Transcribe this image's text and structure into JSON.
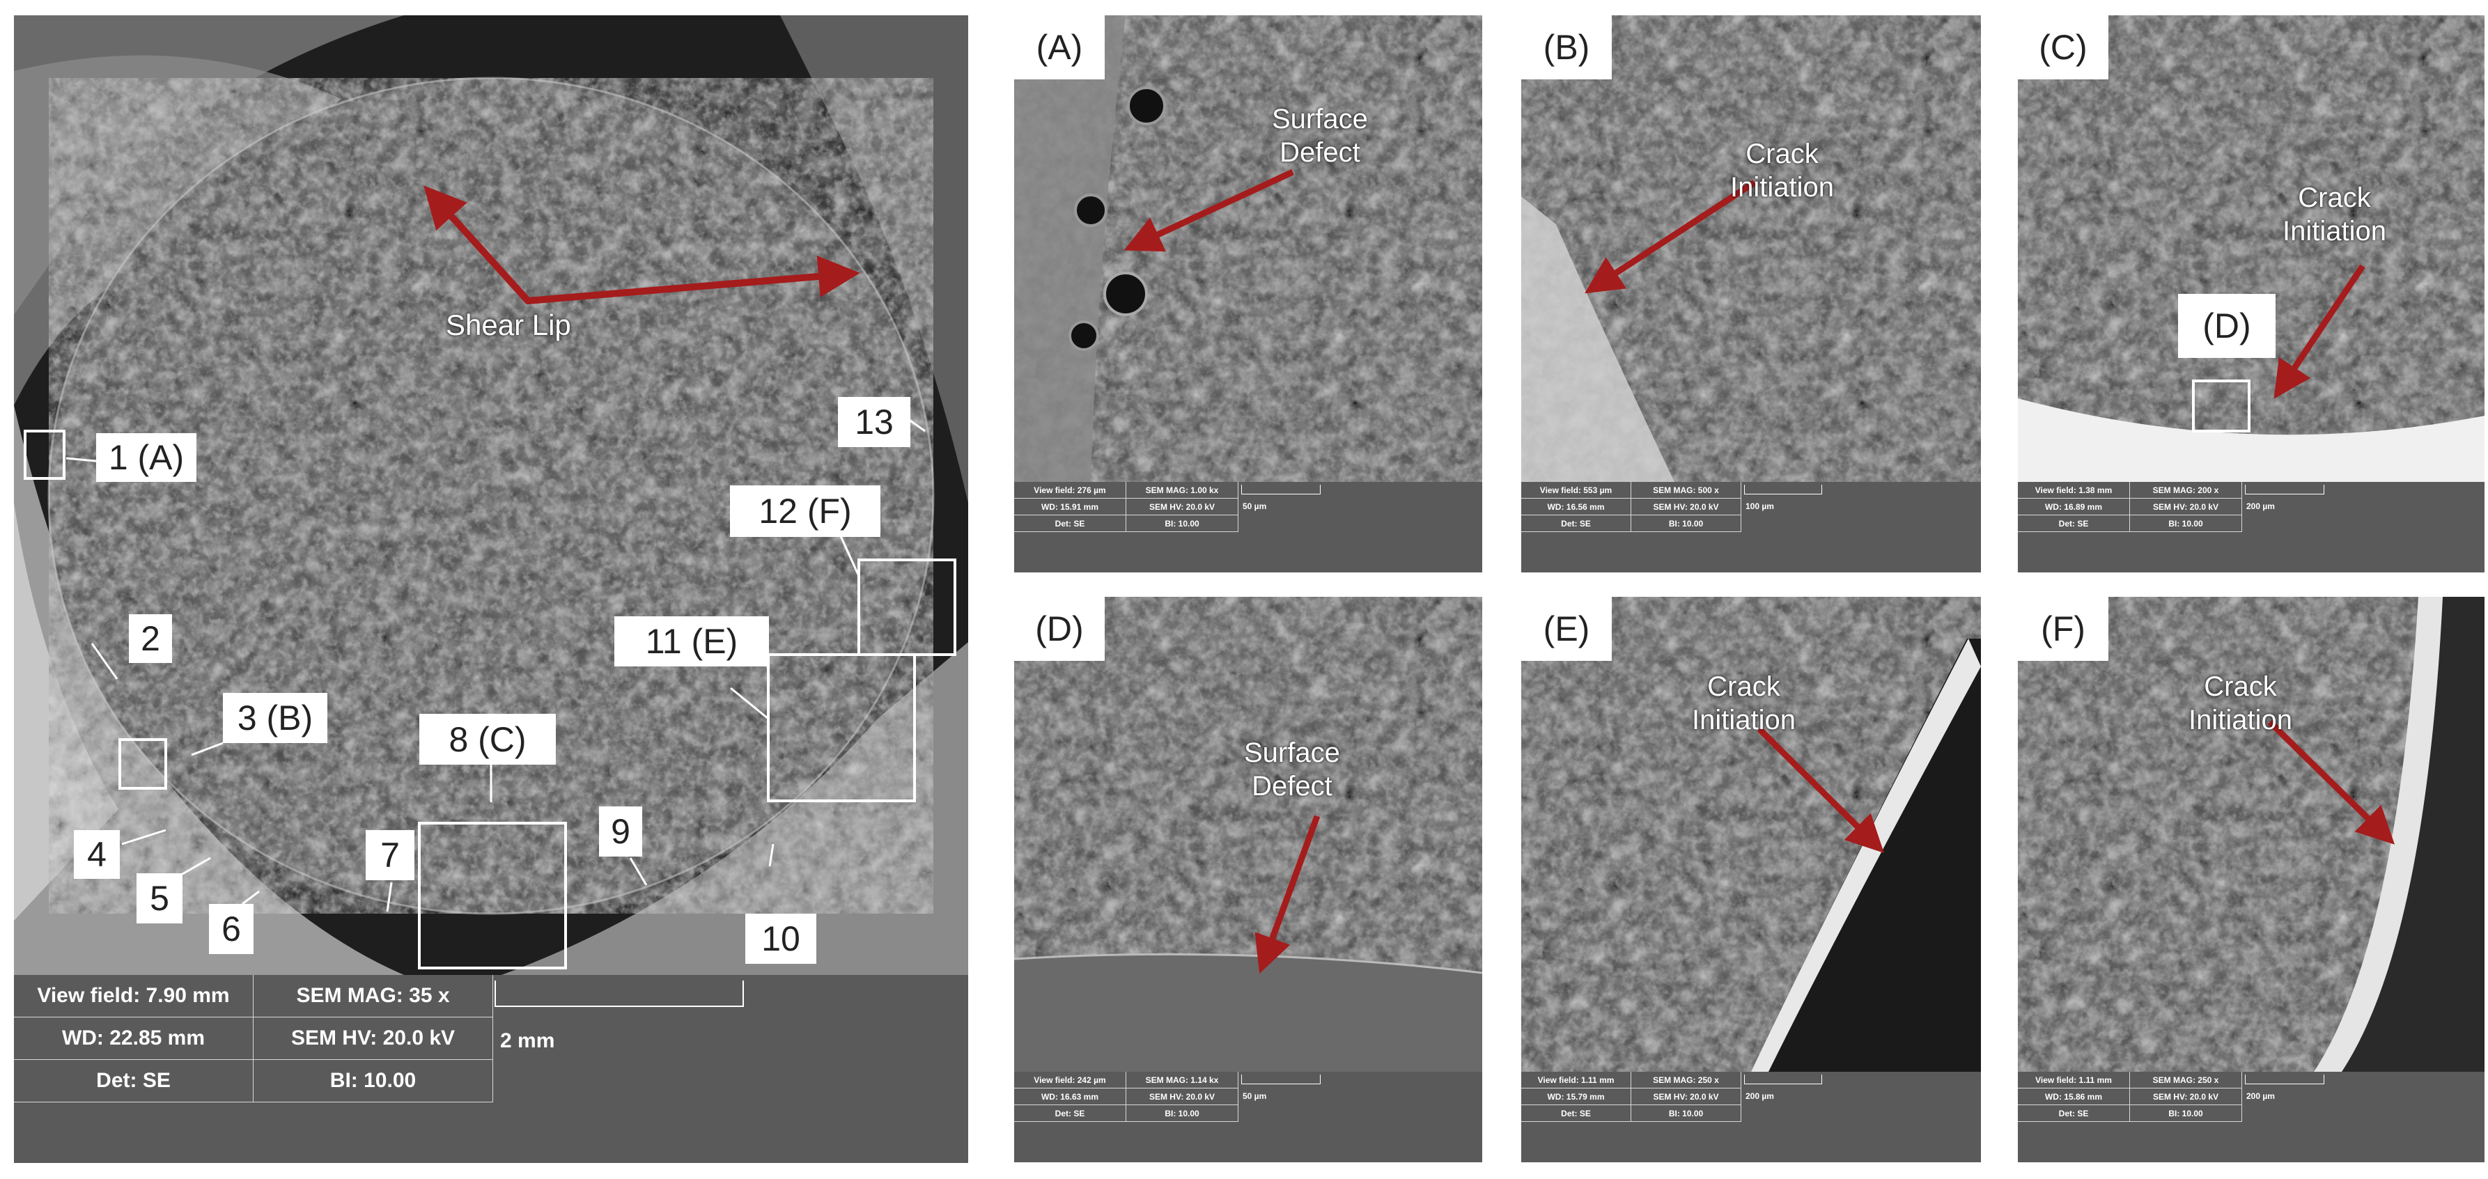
{
  "main_panel": {
    "annotation": "Shear Lip",
    "markers": [
      "1 (A)",
      "2",
      "3 (B)",
      "4",
      "5",
      "6",
      "7",
      "8 (C)",
      "9",
      "10",
      "11 (E)",
      "12 (F)",
      "13"
    ],
    "databar": {
      "view_field": "View field: 7.90 mm",
      "sem_mag": "SEM MAG: 35 x",
      "wd": "WD: 22.85 mm",
      "sem_hv": "SEM HV: 20.0 kV",
      "det": "Det: SE",
      "bi": "BI: 10.00",
      "scale": "2 mm"
    }
  },
  "panels": [
    {
      "id": "A",
      "label": "(A)",
      "annotation": "Surface\nDefect",
      "databar": {
        "view_field": "View field: 276 µm",
        "sem_mag": "SEM MAG: 1.00 kx",
        "wd": "WD: 15.91 mm",
        "sem_hv": "SEM HV: 20.0 kV",
        "det": "Det: SE",
        "bi": "BI: 10.00",
        "scale": "50 µm"
      }
    },
    {
      "id": "B",
      "label": "(B)",
      "annotation": "Crack\nInitiation",
      "databar": {
        "view_field": "View field: 553 µm",
        "sem_mag": "SEM MAG: 500 x",
        "wd": "WD: 16.56 mm",
        "sem_hv": "SEM HV: 20.0 kV",
        "det": "Det: SE",
        "bi": "BI: 10.00",
        "scale": "100 µm"
      }
    },
    {
      "id": "C",
      "label": "(C)",
      "annotation": "Crack\nInitiation",
      "inset_label": "(D)",
      "databar": {
        "view_field": "View field: 1.38 mm",
        "sem_mag": "SEM MAG: 200 x",
        "wd": "WD: 16.89 mm",
        "sem_hv": "SEM HV: 20.0 kV",
        "det": "Det: SE",
        "bi": "BI: 10.00",
        "scale": "200 µm"
      }
    },
    {
      "id": "D",
      "label": "(D)",
      "annotation": "Surface\nDefect",
      "databar": {
        "view_field": "View field: 242 µm",
        "sem_mag": "SEM MAG: 1.14 kx",
        "wd": "WD: 16.63 mm",
        "sem_hv": "SEM HV: 20.0 kV",
        "det": "Det: SE",
        "bi": "BI: 10.00",
        "scale": "50 µm"
      }
    },
    {
      "id": "E",
      "label": "(E)",
      "annotation": "Crack\nInitiation",
      "databar": {
        "view_field": "View field: 1.11 mm",
        "sem_mag": "SEM MAG: 250 x",
        "wd": "WD: 15.79 mm",
        "sem_hv": "SEM HV: 20.0 kV",
        "det": "Det: SE",
        "bi": "BI: 10.00",
        "scale": "200 µm"
      }
    },
    {
      "id": "F",
      "label": "(F)",
      "annotation": "Crack\nInitiation",
      "databar": {
        "view_field": "View field: 1.11 mm",
        "sem_mag": "SEM MAG: 250 x",
        "wd": "WD: 15.86 mm",
        "sem_hv": "SEM HV: 20.0 kV",
        "det": "Det: SE",
        "bi": "BI: 10.00",
        "scale": "200 µm"
      }
    }
  ],
  "colors": {
    "arrow": "#a51c1c",
    "label_bg": "#ffffff",
    "databar_bg": "#5a5a5a"
  }
}
